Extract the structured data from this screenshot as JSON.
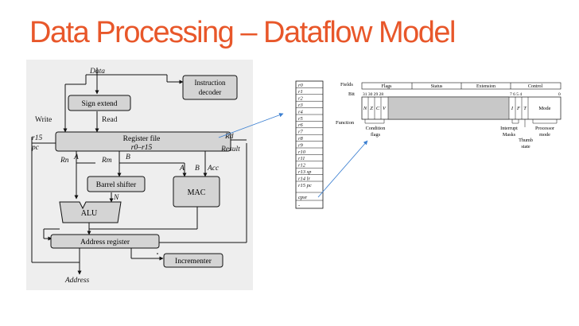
{
  "slide": {
    "title": "Data Processing – Dataflow Model"
  },
  "dataflow": {
    "data": "Data",
    "instruction_decoder_line1": "Instruction",
    "instruction_decoder_line2": "decoder",
    "sign_extend": "Sign extend",
    "write": "Write",
    "read": "Read",
    "r15": "r15",
    "pc": "pc",
    "register_file_line1": "Register file",
    "register_file_line2": "r0–r15",
    "rd": "Rd",
    "result": "Result",
    "rn": "Rn",
    "a_label": "A",
    "rm": "Rm",
    "b_label": "B",
    "mac_a": "A",
    "mac_b": "B",
    "acc": "Acc",
    "barrel_shifter": "Barrel shifter",
    "n_label": "N",
    "mac": "MAC",
    "alu": "ALU",
    "address_register": "Address register",
    "incrementer": "Incrementer",
    "address": "Address"
  },
  "register_list": {
    "registers": [
      "r0",
      "r1",
      "r2",
      "r3",
      "r4",
      "r5",
      "r6",
      "r7",
      "r8",
      "r9",
      "r10",
      "r11",
      "r12",
      "r13 sp",
      "r14 lr",
      "r15 pc"
    ],
    "cpsr": "cpsr",
    "spsr": "-"
  },
  "psr": {
    "fields_label": "Fields",
    "bit_label": "Bit",
    "function_label": "Function",
    "flags": "Flags",
    "status": "Status",
    "extension": "Extension",
    "control": "Control",
    "bits_left": "31 30 29 28",
    "bits_right": "7  6  5  4",
    "bit_zero": "0",
    "n": "N",
    "z": "Z",
    "c": "C",
    "v": "V",
    "i": "I",
    "f": "F",
    "t": "T",
    "mode": "Mode",
    "condition_flags_line1": "Condition",
    "condition_flags_line2": "flags",
    "interrupt_masks_line1": "Interrupt",
    "interrupt_masks_line2": "Masks",
    "thumb_state_line1": "Thumb",
    "thumb_state_line2": "state",
    "processor_mode_line1": "Processor",
    "processor_mode_line2": "mode"
  },
  "colors": {
    "title": "#e8572a",
    "box_fill": "#d4d4d4",
    "panel_bg": "#eeeeee",
    "arrow": "#3b7fd1"
  }
}
